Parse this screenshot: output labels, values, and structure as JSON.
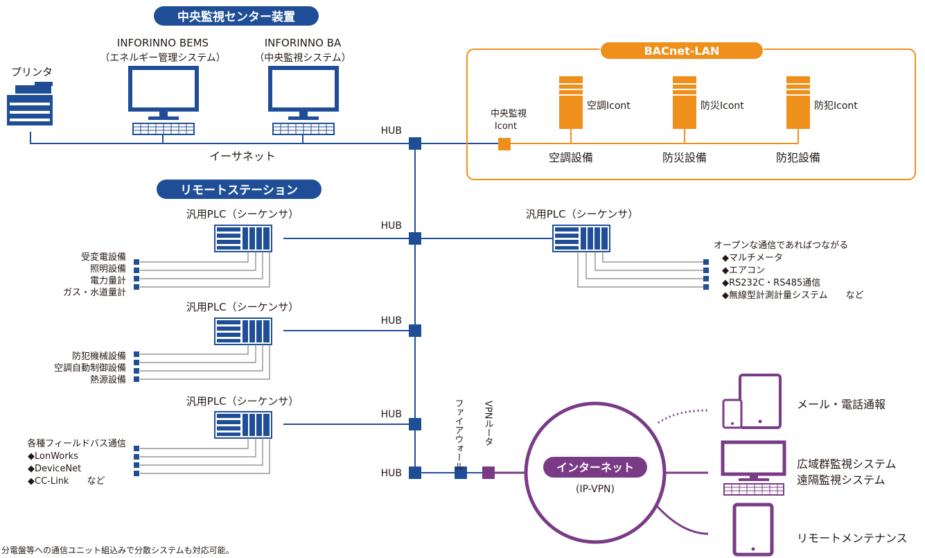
{
  "colors": {
    "blue": "#1f4e96",
    "navy": "#123a7a",
    "orange": "#ef8f1c",
    "purple": "#7a3b86",
    "text": "#231815",
    "white": "#ffffff"
  },
  "central": {
    "title": "中央監視センター装置",
    "printer_label": "プリンタ",
    "bems_name": "INFORINNO BEMS",
    "bems_desc": "（エネルギー管理システム）",
    "ba_name": "INFORINNO BA",
    "ba_desc": "（中央監視システム）",
    "ethernet_label": "イーサネット"
  },
  "bacnet": {
    "title": "BACnet-LAN",
    "central_icont_line1": "中央監視",
    "central_icont_line2": "Icont",
    "controllers": [
      {
        "label": "空調Icont",
        "equipment": "空調設備"
      },
      {
        "label": "防災Icont",
        "equipment": "防災設備"
      },
      {
        "label": "防犯Icont",
        "equipment": "防犯設備"
      }
    ]
  },
  "hub_label": "HUB",
  "remote": {
    "title": "リモートステーション",
    "plc_label": "汎用PLC（シーケンサ）",
    "group1": [
      "受変電設備",
      "照明設備",
      "電力量計",
      "ガス・水道量計"
    ],
    "group2": [
      "防犯機械設備",
      "空調自動制御設備",
      "熱源設備"
    ],
    "group3_title": "各種フィールドバス通信",
    "group3": [
      "◆LonWorks",
      "◆DeviceNet",
      "◆CC-Link　　など"
    ],
    "right_title": "オープンな通信であればつながる",
    "right_items": [
      "◆マルチメータ",
      "◆エアコン",
      "◆RS232C・RS485通信",
      "◆無線型計測計量システム　　など"
    ]
  },
  "network": {
    "firewall_label": "ファイアウォール",
    "vpn_label": "VPNルータ",
    "internet_title": "インターネット",
    "internet_sub": "(IP-VPN)",
    "mail_label": "メール・電話通報",
    "wide_area_line1": "広域群監視システム",
    "wide_area_line2": "遠隔監視システム",
    "maintenance_label": "リモートメンテナンス"
  },
  "footnote": "分電盤等への通信ユニット組込みで分散システムも対応可能。"
}
